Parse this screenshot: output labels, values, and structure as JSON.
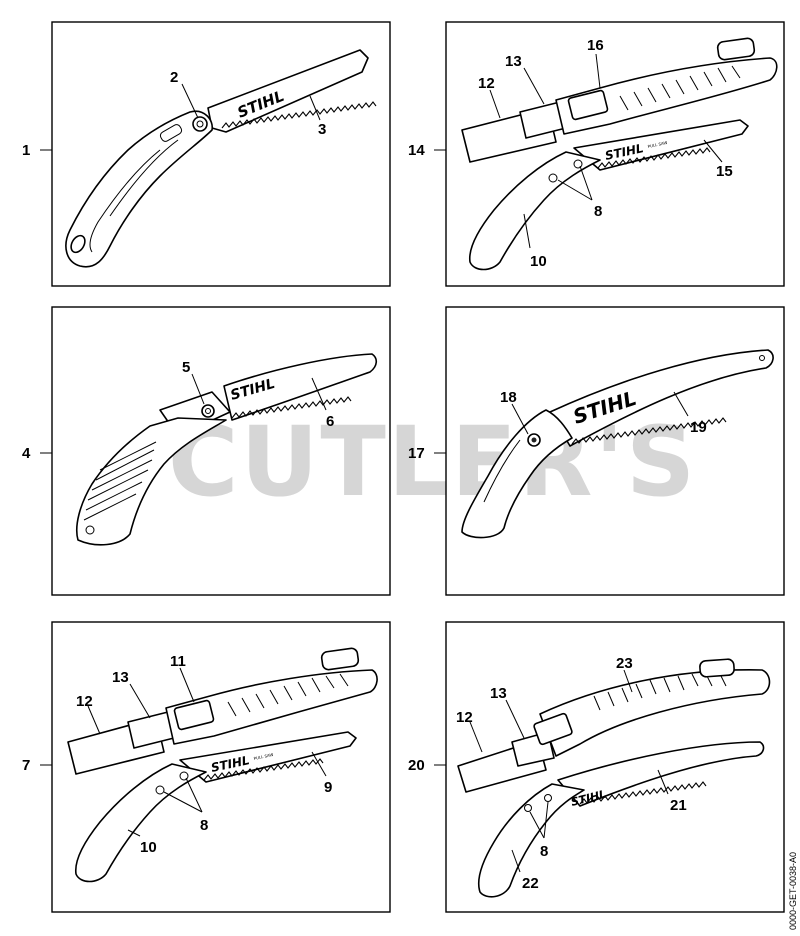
{
  "watermark": "CUTLER'S",
  "drawing_code": "0000-GET-0038-A0",
  "brand_text": "STIHL",
  "blade_print": "PULL SAW",
  "panels": [
    {
      "id": "1",
      "callouts": [
        "2",
        "3"
      ]
    },
    {
      "id": "14",
      "callouts": [
        "12",
        "13",
        "16",
        "15",
        "8",
        "10"
      ]
    },
    {
      "id": "4",
      "callouts": [
        "5",
        "6"
      ]
    },
    {
      "id": "17",
      "callouts": [
        "18",
        "19"
      ]
    },
    {
      "id": "7",
      "callouts": [
        "11",
        "12",
        "13",
        "9",
        "8",
        "10"
      ]
    },
    {
      "id": "20",
      "callouts": [
        "23",
        "12",
        "13",
        "21",
        "8",
        "22"
      ]
    }
  ]
}
